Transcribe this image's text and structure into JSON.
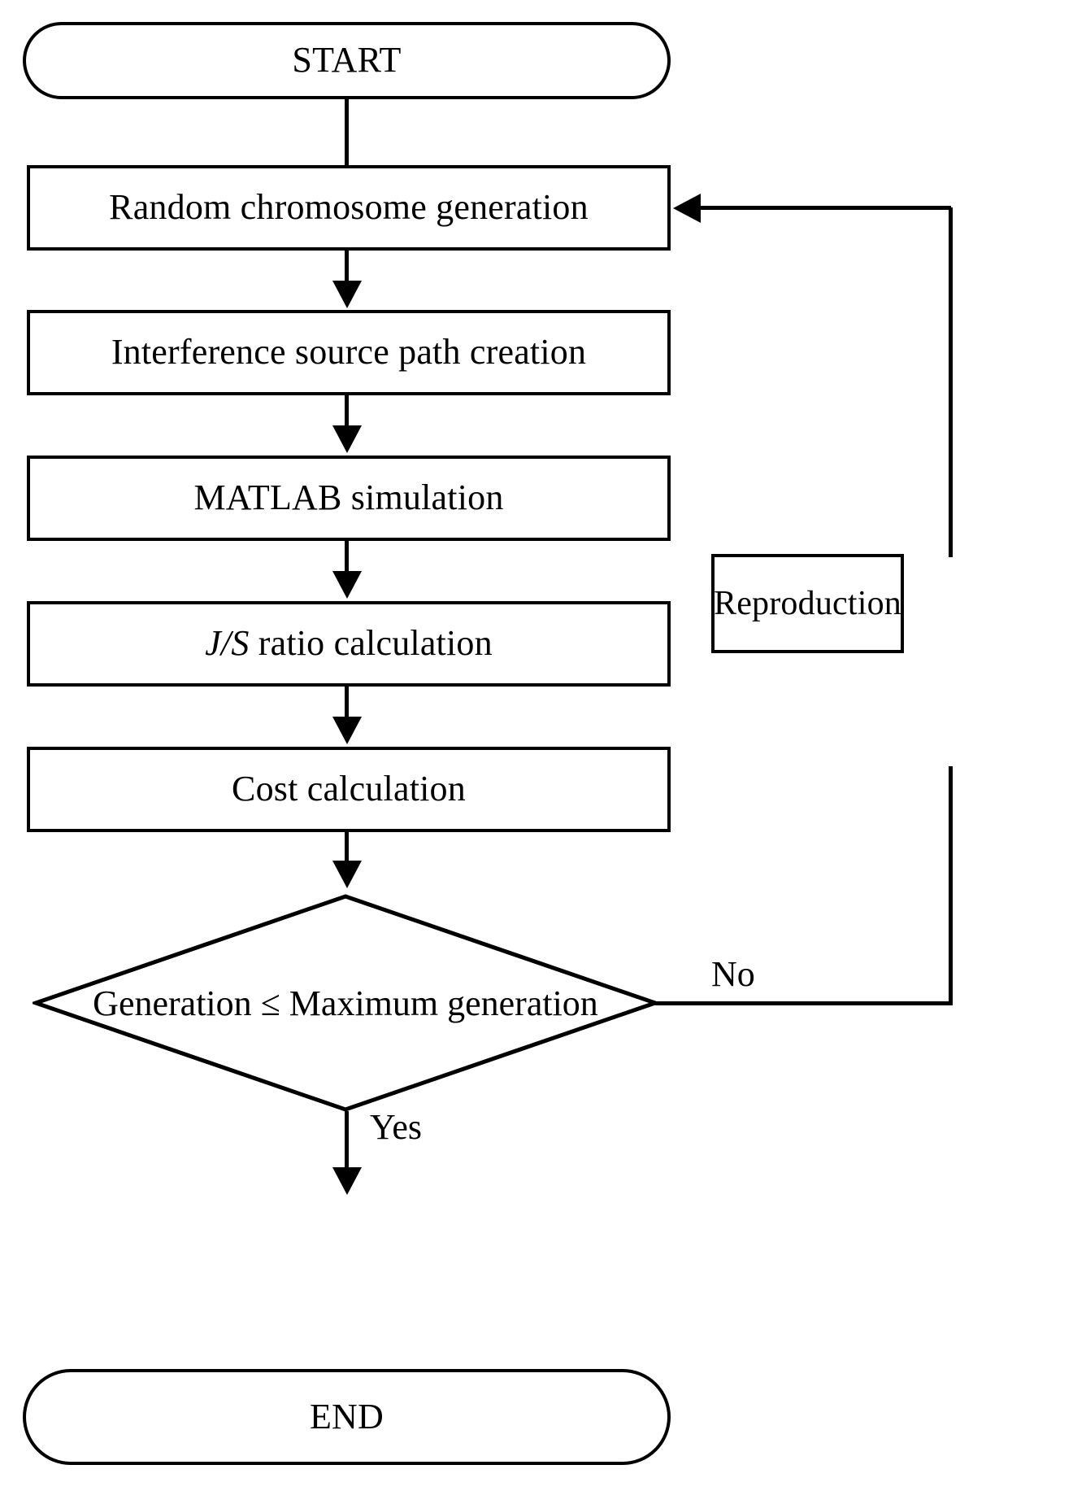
{
  "diagram": {
    "title": "Genetic algorithm flowchart",
    "line_color": "#000000",
    "fill_color": "#ffffff",
    "nodes": {
      "start": {
        "label": "START",
        "shape": "terminal"
      },
      "random_generation": {
        "label": "Random chromosome generation",
        "shape": "process"
      },
      "path_creation": {
        "label": "Interference source path creation",
        "shape": "process"
      },
      "matlab": {
        "label": "MATLAB simulation",
        "shape": "process"
      },
      "js_ratio": {
        "label_italic": "J/S",
        "label_rest": " ratio calculation",
        "shape": "process"
      },
      "cost": {
        "label": "Cost calculation",
        "shape": "process"
      },
      "decision": {
        "label": "Generation ≤ Maximum generation",
        "shape": "diamond"
      },
      "reproduction": {
        "label": "Reproduction",
        "shape": "process"
      },
      "end": {
        "label": "END",
        "shape": "terminal"
      }
    },
    "edge_labels": {
      "no": "No",
      "yes": "Yes"
    }
  }
}
